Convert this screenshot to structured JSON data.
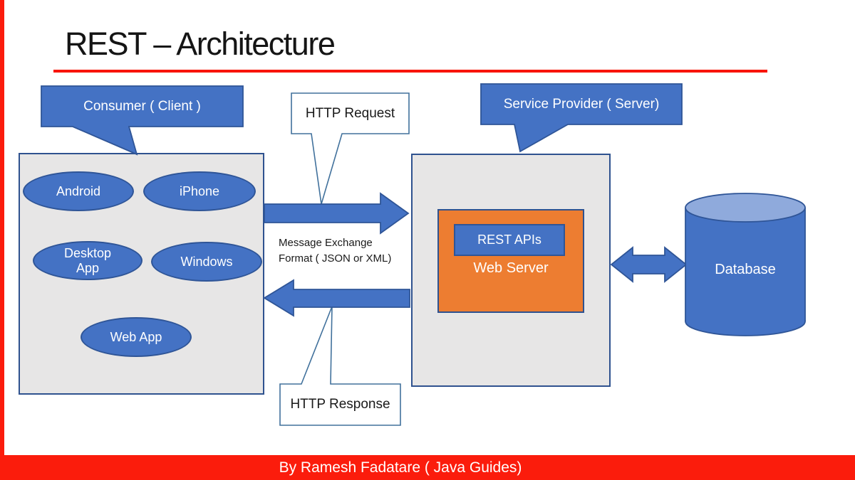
{
  "title": "REST – Architecture",
  "callouts": {
    "consumer": "Consumer ( Client )",
    "http_request": "HTTP Request",
    "service_provider": "Service Provider ( Server)",
    "http_response": "HTTP Response"
  },
  "client": {
    "nodes": [
      "Android",
      "iPhone",
      "Desktop App",
      "Windows",
      "Web App"
    ]
  },
  "message": {
    "line1": "Message Exchange",
    "line2": "Format ( JSON or XML)"
  },
  "server": {
    "rest_apis": "REST APIs",
    "web_server": "Web Server"
  },
  "database": {
    "label": "Database"
  },
  "footer": {
    "credit": "By Ramesh Fadatare ( Java Guides)"
  },
  "colors": {
    "accent_blue": "#4472C4",
    "accent_blue_dark": "#2F5597",
    "accent_orange": "#ED7D31",
    "cylinder_top_blue": "#8FAADC",
    "box_gray": "#E7E6E6",
    "box_border_navy": "#2F528F",
    "brand_red": "#FB1C0C"
  }
}
